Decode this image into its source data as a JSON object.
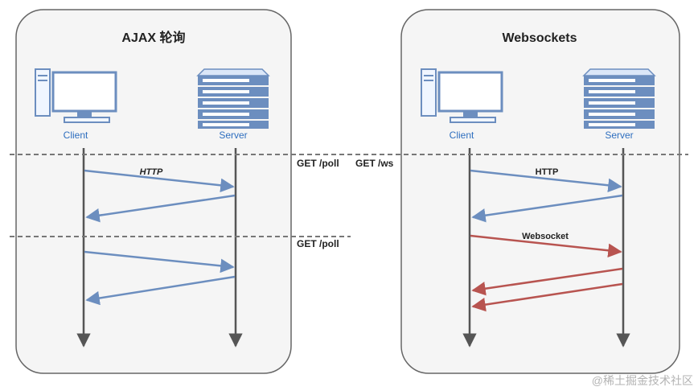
{
  "panels": {
    "ajax": {
      "title": "AJAX 轮询",
      "client_label": "Client",
      "server_label": "Server",
      "msg_label": "HTTP"
    },
    "ws": {
      "title": "Websockets",
      "client_label": "Client",
      "server_label": "Server",
      "http_label": "HTTP",
      "ws_label": "Websocket"
    }
  },
  "side_labels": {
    "get_poll_1": "GET /poll",
    "get_poll_2": "GET /poll",
    "get_ws": "GET /ws"
  },
  "watermark": "@稀土掘金技术社区",
  "colors": {
    "http_arrow": "#6c8ebf",
    "ws_arrow": "#b85450",
    "timeline": "#555555",
    "panel_fill": "#f5f5f5",
    "panel_stroke": "#666666",
    "icon_blue": "#6c8ebf"
  }
}
